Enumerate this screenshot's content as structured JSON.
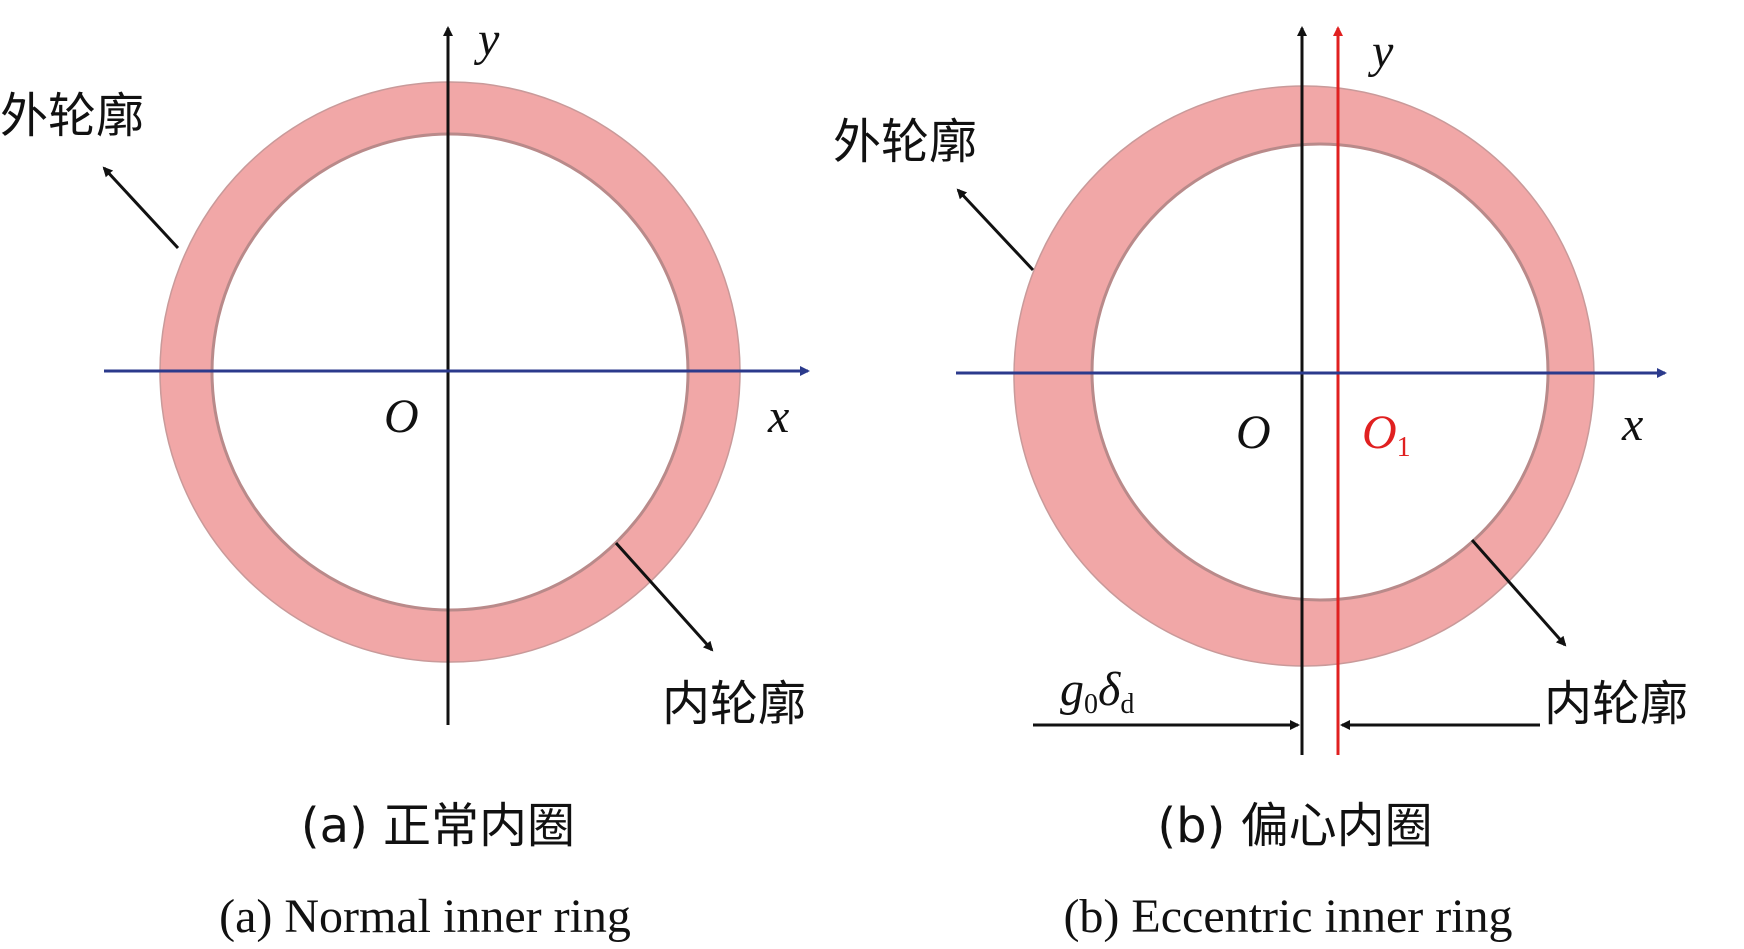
{
  "panel_a": {
    "outer_label": "外轮廓",
    "inner_label": "内轮廓",
    "x_axis": "x",
    "y_axis": "y",
    "origin": "O",
    "caption_cn": "(a)  正常内圈",
    "caption_en": "(a)  Normal inner ring"
  },
  "panel_b": {
    "outer_label": "外轮廓",
    "inner_label": "内轮廓",
    "x_axis": "x",
    "y_axis": "y",
    "origin": "O",
    "eccentric_origin": "O",
    "eccentric_origin_sub": "1",
    "offset_g": "g",
    "offset_g_sub": "0",
    "offset_delta": "δ",
    "offset_delta_sub": "d",
    "caption_cn": "(b)  偏心内圈",
    "caption_en": "(b)  Eccentric inner ring"
  },
  "colors": {
    "ring_fill": "#f1a7a7",
    "ring_edge": "#b88888",
    "x_axis": "#2b3a8c",
    "y_axis": "#111111",
    "eccentric_axis": "#e02020",
    "eccentric_label": "#e02020",
    "text": "#111111"
  }
}
